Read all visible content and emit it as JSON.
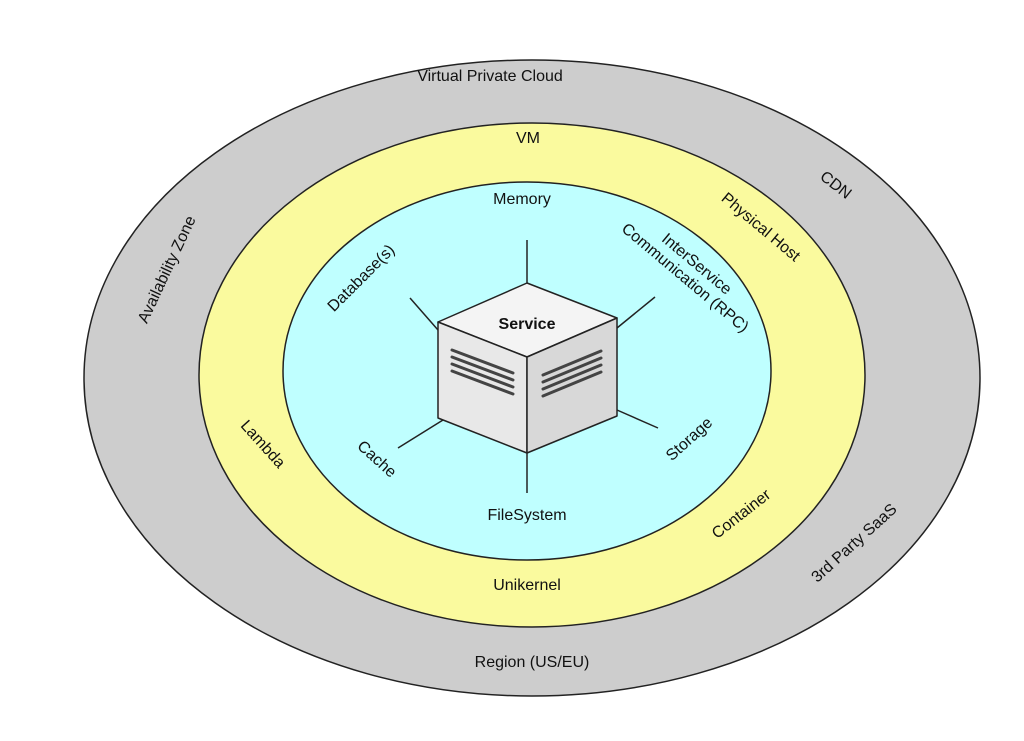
{
  "colors": {
    "outer_ring": "#cdcdcd",
    "middle_ring": "#fafa9e",
    "inner_ring": "#bfffff",
    "outline": "#222222",
    "cube_top": "#f4f4f4",
    "cube_left": "#e8e8e8",
    "cube_right": "#d8d8d8"
  },
  "icons": {
    "service": "server-cube-icon"
  },
  "rings": {
    "outer": {
      "labels": {
        "top": "Virtual Private Cloud",
        "left": "Availability Zone",
        "bottom": "Region (US/EU)",
        "right_top": "CDN",
        "right_bottom": "3rd Party SaaS"
      }
    },
    "middle": {
      "labels": {
        "top": "VM",
        "right_top": "Physical Host",
        "left": "Lambda",
        "right_bottom": "Container",
        "bottom": "Unikernel"
      }
    },
    "inner": {
      "labels": {
        "top": "Memory",
        "top_left": "Database(s)",
        "top_right": "InterService\nCommunication (RPC)",
        "bottom_left": "Cache",
        "bottom_right": "Storage",
        "bottom": "FileSystem"
      }
    }
  },
  "center": {
    "title": "Service"
  }
}
